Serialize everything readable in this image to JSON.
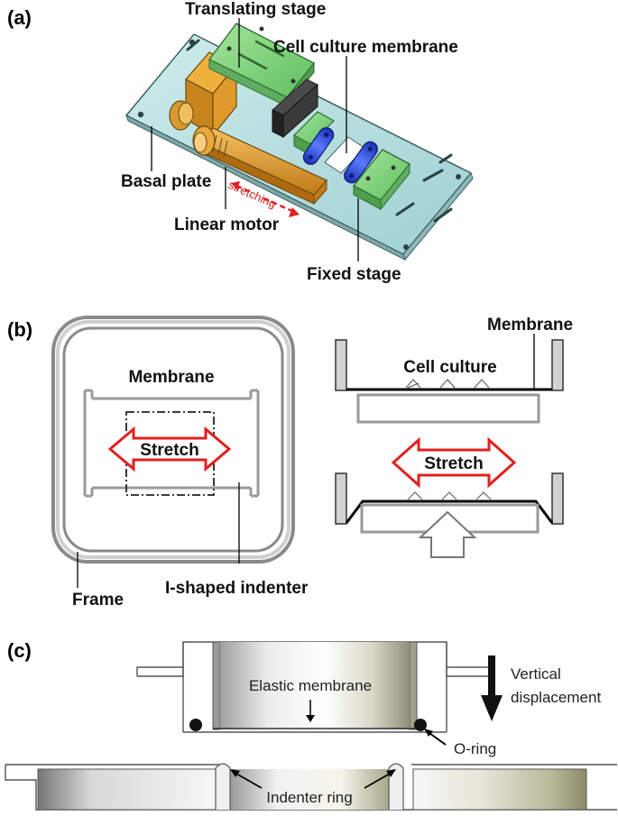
{
  "panel_a": {
    "tag": "(a)",
    "labels": {
      "translating_stage": "Translating stage",
      "cell_culture_membrane": "Cell culture membrane",
      "basal_plate": "Basal plate",
      "linear_motor": "Linear motor",
      "fixed_stage": "Fixed stage",
      "stretching": "stretching"
    },
    "colors": {
      "basal_plate": "#b9dfe0",
      "translating_stage": "#7ed07e",
      "motor": "#e0a030",
      "clamp": "#3050d8",
      "stretch_arrow": "#e02020"
    }
  },
  "panel_b": {
    "tag": "(b)",
    "labels": {
      "membrane_top": "Membrane",
      "stretch_left": "Stretch",
      "frame": "Frame",
      "indenter": "I-shaped indenter",
      "membrane_right": "Membrane",
      "cell_culture": "Cell culture",
      "stretch_right": "Stretch"
    },
    "colors": {
      "frame": "#8a8a8a",
      "arrow_outline": "#e02020"
    }
  },
  "panel_c": {
    "tag": "(c)",
    "labels": {
      "elastic_membrane": "Elastic membrane",
      "vertical_displacement_1": "Vertical",
      "vertical_displacement_2": "displacement",
      "o_ring": "O-ring",
      "indenter_ring": "Indenter ring"
    }
  }
}
